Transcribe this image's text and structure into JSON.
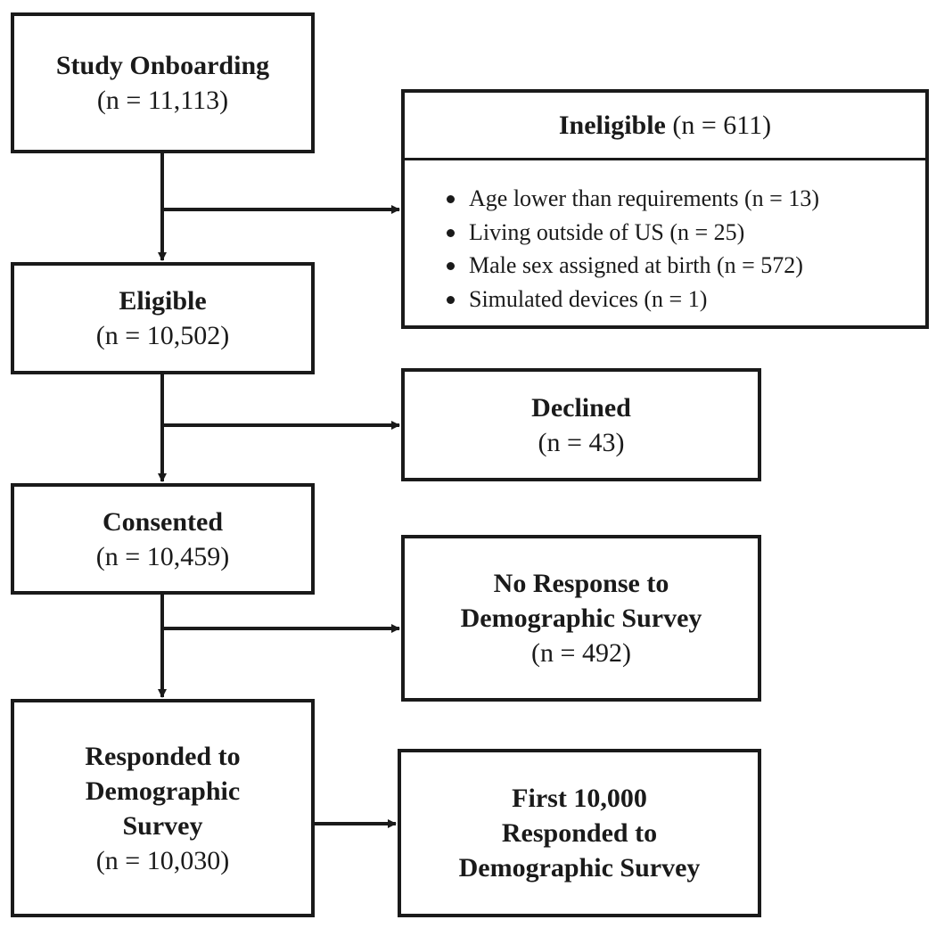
{
  "nodes": {
    "onboarding": {
      "title": "Study Onboarding",
      "count": "(n = 11,113)"
    },
    "ineligible": {
      "title": "Ineligible",
      "count": " (n = 611)",
      "reasons": [
        "Age lower than requirements (n = 13)",
        "Living outside of US (n = 25)",
        "Male sex assigned at birth (n = 572)",
        "Simulated devices (n = 1)"
      ]
    },
    "eligible": {
      "title": "Eligible",
      "count": "(n = 10,502)"
    },
    "declined": {
      "title": "Declined",
      "count": "(n = 43)"
    },
    "consented": {
      "title": "Consented",
      "count": "(n = 10,459)"
    },
    "no_response": {
      "title_line1": "No Response to",
      "title_line2": "Demographic Survey",
      "count": "(n = 492)"
    },
    "responded": {
      "title_line1": "Responded to",
      "title_line2": "Demographic",
      "title_line3": "Survey",
      "count": "(n = 10,030)"
    },
    "first_10000": {
      "title_line1": "First 10,000",
      "title_line2": "Responded to",
      "title_line3": "Demographic Survey"
    }
  },
  "colors": {
    "stroke": "#1a1a1a",
    "background": "#ffffff"
  }
}
